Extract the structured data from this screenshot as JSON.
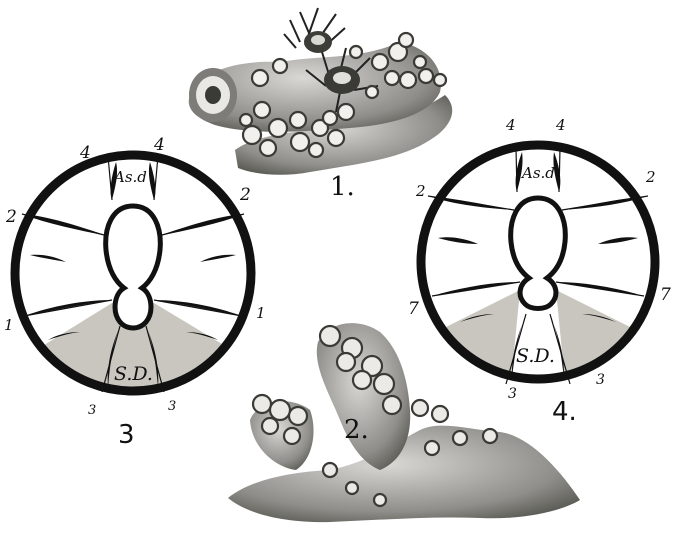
{
  "figures": {
    "fig1": {
      "number": "1."
    },
    "fig2": {
      "number": "2."
    },
    "fig3": {
      "number": "3",
      "upper_label": "As.d",
      "lower_label": "S.D.",
      "mesentery_numbers": {
        "top_left": "4",
        "top_right": "4",
        "upper_left": "2",
        "upper_right": "2",
        "lower_left": "1",
        "lower_right": "1",
        "bottom_left": "3",
        "bottom_right": "3"
      }
    },
    "fig4": {
      "number": "4.",
      "upper_label": "As.d",
      "lower_label": "S.D.",
      "mesentery_numbers": {
        "top_left": "4",
        "top_right": "4",
        "upper_left": "2",
        "upper_right": "2",
        "lower_left": "7",
        "lower_right": "7",
        "bottom_left": "3",
        "bottom_right": "3"
      }
    }
  },
  "colors": {
    "ink": "#111111",
    "shade": "#c9c6c0",
    "coral": "#9a9a96",
    "paper": "#ffffff"
  }
}
